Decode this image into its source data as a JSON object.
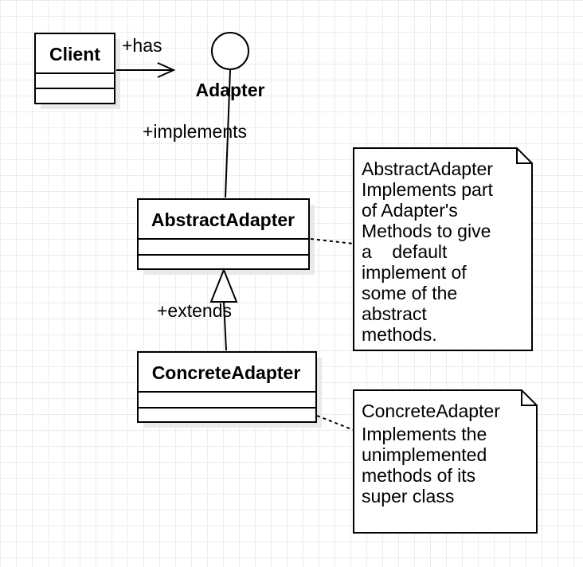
{
  "classes": {
    "client": {
      "name": "Client"
    },
    "abstract_adapter": {
      "name": "AbstractAdapter"
    },
    "concrete_adapter": {
      "name": "ConcreteAdapter"
    }
  },
  "interface": {
    "name": "Adapter"
  },
  "relations": {
    "has": "+has",
    "implements": "+implements",
    "extends": "+extends"
  },
  "notes": {
    "abstract_note": {
      "lines": [
        "AbstractAdapter",
        "Implements part",
        "of Adapter's",
        "Methods to give",
        "a    default",
        "implement of",
        "some of the",
        "abstract",
        "methods."
      ]
    },
    "concrete_note": {
      "lines": [
        "ConcreteAdapter",
        "Implements the",
        "unimplemented",
        "methods of its",
        "super class"
      ]
    }
  }
}
